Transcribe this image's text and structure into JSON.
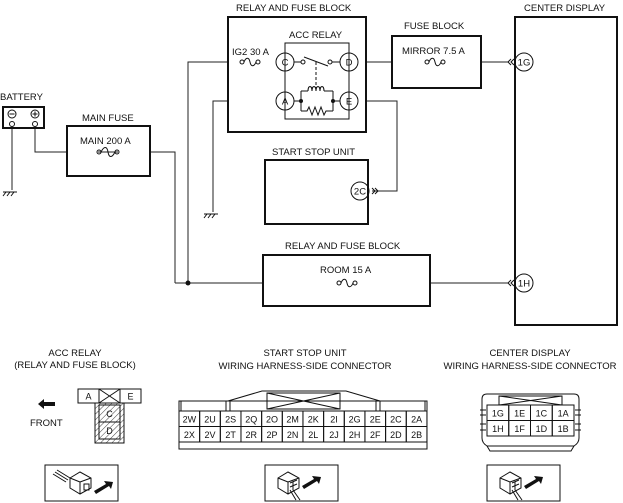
{
  "title": "Center display power and ground wiring diagram",
  "components": {
    "battery": {
      "label": "BATTERY",
      "neg": "−",
      "pos": "+"
    },
    "main_fuse": {
      "label": "MAIN FUSE",
      "fuse": "MAIN 200 A"
    },
    "relay_block_top": {
      "label": "RELAY AND FUSE BLOCK",
      "fuse": "IG2 30 A"
    },
    "acc_relay": {
      "label": "ACC RELAY",
      "pins": [
        "C",
        "D",
        "A",
        "E"
      ]
    },
    "fuse_block": {
      "label": "FUSE BLOCK",
      "fuse": "MIRROR 7.5 A"
    },
    "center_display": {
      "label": "CENTER DISPLAY",
      "pins": [
        "1G",
        "1H"
      ]
    },
    "start_stop_unit": {
      "label": "START STOP UNIT",
      "pin": "2C"
    },
    "relay_block_bottom": {
      "label": "RELAY AND FUSE BLOCK",
      "fuse": "ROOM 15 A"
    }
  },
  "connectors": {
    "acc_relay": {
      "title_line1": "ACC RELAY",
      "title_line2": "(RELAY AND FUSE BLOCK)",
      "front_label": "FRONT",
      "cells": [
        "A",
        "E",
        "C",
        "D"
      ]
    },
    "start_stop_unit": {
      "title_line1": "START STOP UNIT",
      "title_line2": "WIRING HARNESS-SIDE CONNECTOR",
      "row1": [
        "2W",
        "2U",
        "2S",
        "2Q",
        "2O",
        "2M",
        "2K",
        "2I",
        "2G",
        "2E",
        "2C",
        "2A"
      ],
      "row2": [
        "2X",
        "2V",
        "2T",
        "2R",
        "2P",
        "2N",
        "2L",
        "2J",
        "2H",
        "2F",
        "2D",
        "2B"
      ]
    },
    "center_display": {
      "title_line1": "CENTER DISPLAY",
      "title_line2": "WIRING HARNESS-SIDE CONNECTOR",
      "row1": [
        "1G",
        "1E",
        "1C",
        "1A"
      ],
      "row2": [
        "1H",
        "1F",
        "1D",
        "1B"
      ]
    }
  }
}
